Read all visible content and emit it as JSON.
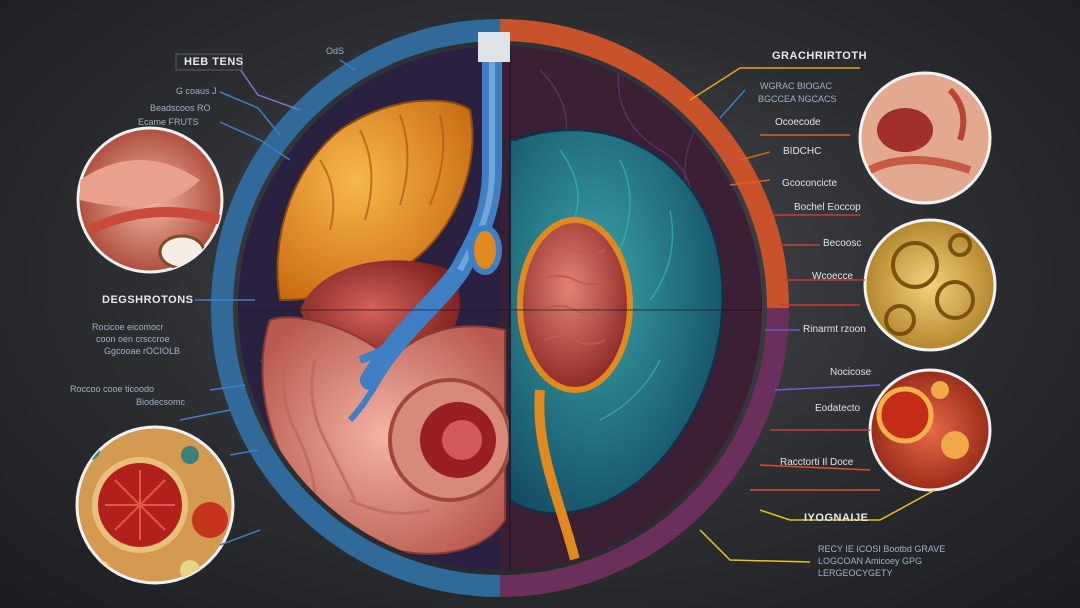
{
  "colors": {
    "background": "#2b2d31",
    "ring_left": "#2f6a9a",
    "ring_right_top": "#c8532a",
    "ring_right_bottom": "#6a2f5a",
    "liver": "#e08a1e",
    "kidney": "#1f6f86",
    "vessel": "#3f7fc4",
    "ureter": "#e08a1e"
  },
  "labels_left": [
    {
      "id": "top-left-title",
      "text": "HEB TENS"
    },
    {
      "id": "top-center-tag",
      "text": "OdS"
    },
    {
      "id": "left-sub-1",
      "text": "G coaus J"
    },
    {
      "id": "left-sub-2",
      "text": "Beadscoos RO"
    },
    {
      "id": "left-sub-3",
      "text": "Ecame FRUTS"
    },
    {
      "id": "mid-left-title",
      "text": "DEGSHROTONS"
    },
    {
      "id": "mid-left-sub-1",
      "text": "Rocicoe eicomocr"
    },
    {
      "id": "mid-left-sub-2",
      "text": "coon oen crsccroe"
    },
    {
      "id": "mid-left-sub-3",
      "text": "Ggcooae rOCIOLB"
    },
    {
      "id": "low-left-sub-1",
      "text": "Roccoo cooe ticoodo"
    },
    {
      "id": "low-left-sub-2",
      "text": "Biodecsomc"
    }
  ],
  "labels_right": [
    {
      "id": "right-title",
      "text": "GRACHRIRTOTH"
    },
    {
      "id": "right-sub-1",
      "text": "WGRAC BIOGAC"
    },
    {
      "id": "right-sub-2",
      "text": "BGCCEA NGCACS"
    },
    {
      "id": "right-1",
      "text": "Ocoecode"
    },
    {
      "id": "right-2",
      "text": "BIDCHC"
    },
    {
      "id": "right-3",
      "text": "Gcoconcicte"
    },
    {
      "id": "right-4",
      "text": "Bochel Eoccop"
    },
    {
      "id": "right-5",
      "text": "Becoosc"
    },
    {
      "id": "right-6",
      "text": "Wcoecce"
    },
    {
      "id": "right-7",
      "text": "Rinarmt rzoon"
    },
    {
      "id": "right-8",
      "text": "Nocicose"
    },
    {
      "id": "right-9",
      "text": "Eodatecto"
    },
    {
      "id": "right-10",
      "text": "Racctorti Il Doce"
    },
    {
      "id": "right-11",
      "text": "IYOGNAIJE"
    },
    {
      "id": "right-foot-1",
      "text": "RECY IE ICOSI Bootbd GRAVE"
    },
    {
      "id": "right-foot-2",
      "text": "LOGCOAN Amicoey GPG"
    },
    {
      "id": "right-foot-3",
      "text": "LERGEOCYGETY"
    }
  ]
}
